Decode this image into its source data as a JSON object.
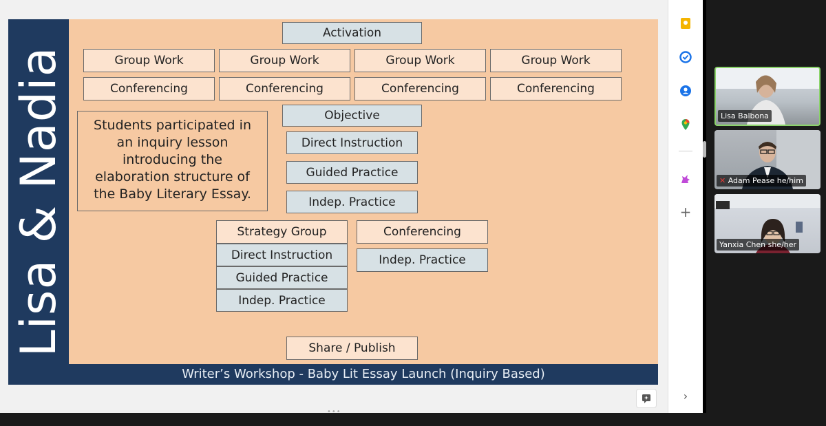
{
  "slide": {
    "vertical_title": "Lisa & Nadia",
    "footer": "Writer’s Workshop - Baby Lit Essay Launch (Inquiry Based)",
    "activation": "Activation",
    "group_work": [
      "Group Work",
      "Group Work",
      "Group Work",
      "Group Work"
    ],
    "conferencing_row": [
      "Conferencing",
      "Conferencing",
      "Conferencing",
      "Conferencing"
    ],
    "objective": "Objective",
    "direct_instruction": "Direct Instruction",
    "guided_practice": "Guided Practice",
    "indep_practice": "Indep. Practice",
    "summary_lines": [
      "Students participated in",
      "an inquiry lesson",
      "introducing the",
      "elaboration structure of",
      "the Baby Literary Essay."
    ],
    "strategy_group": "Strategy Group",
    "sg_direct_instruction": "Direct Instruction",
    "sg_guided_practice": "Guided Practice",
    "sg_indep_practice": "Indep. Practice",
    "conf_conferencing": "Conferencing",
    "conf_indep_practice": "Indep. Practice",
    "share_publish": "Share / Publish",
    "colors": {
      "band": "#1f3a5f",
      "background": "#f6c9a2",
      "peach_box": "#fce3cf",
      "blue_box": "#d7e1e5"
    }
  },
  "sidebar": {
    "icons": [
      "keep-icon",
      "tasks-icon",
      "contacts-icon",
      "maps-icon",
      "unicorn-addon-icon",
      "add-icon"
    ],
    "collapse_icon": "chevron-right-icon"
  },
  "participants": [
    {
      "name": "Lisa Balbona",
      "muted": false
    },
    {
      "name": "Adam Pease he/him",
      "muted": true
    },
    {
      "name": "Yanxia Chen she/her",
      "muted": false
    }
  ]
}
